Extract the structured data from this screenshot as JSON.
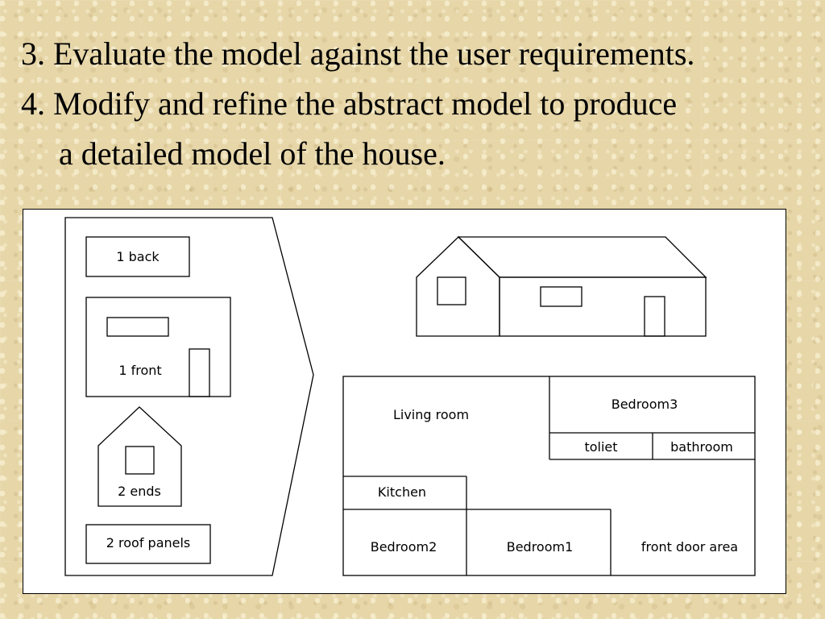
{
  "text": {
    "line1": "3. Evaluate the model against the user requirements.",
    "line2": "4. Modify and refine the abstract model to produce",
    "line3": "a detailed model of the house."
  },
  "components": {
    "back": "1 back",
    "front": "1 front",
    "ends": "2 ends",
    "roof": "2 roof panels"
  },
  "floorplan": {
    "living_room": "Living room",
    "bedroom3": "Bedroom3",
    "toilet": "toliet",
    "bathroom": "bathroom",
    "kitchen": "Kitchen",
    "bedroom2": "Bedroom2",
    "bedroom1": "Bedroom1",
    "front_door_area": "front door area"
  }
}
